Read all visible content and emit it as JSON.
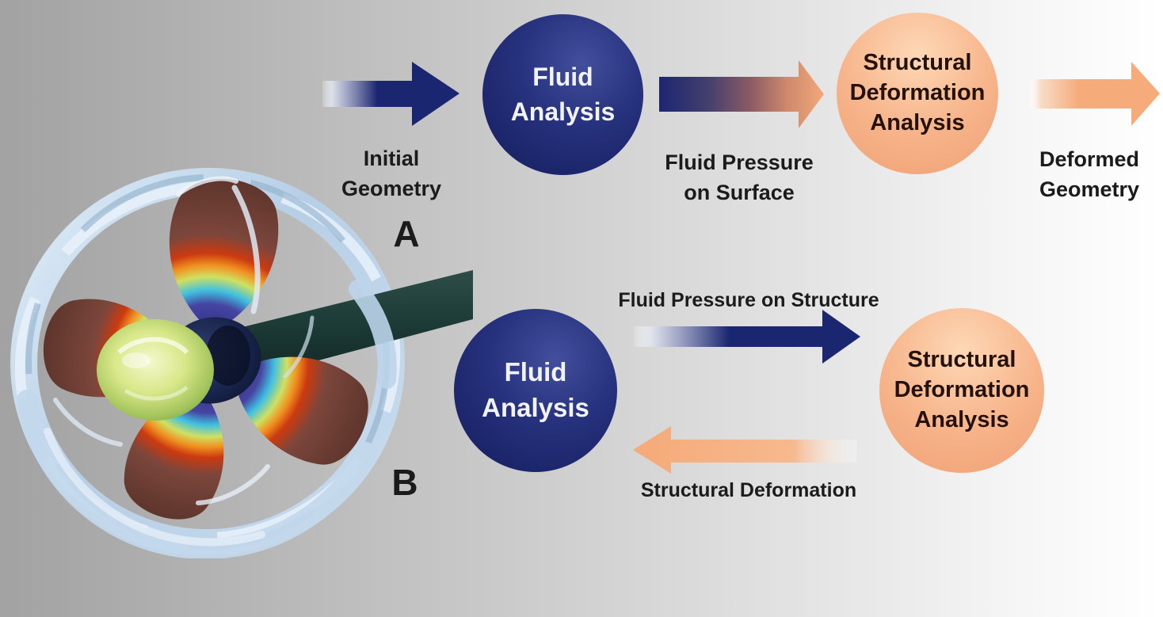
{
  "figure": {
    "description_label": "Fluid-structure interaction coupling diagram with propeller CFD render",
    "image_name": "propeller-simulation-render"
  },
  "colors": {
    "navy": "#1b2670",
    "orange": "#f5ab7a",
    "label_text": "#1b1b1b",
    "node_text_light": "#f2f3f8",
    "node_text_dark": "#23110a",
    "background_left": "#a2a2a2",
    "background_right": "#ffffff"
  },
  "workflow_a": {
    "section_label": "A",
    "initial_geometry": {
      "line1": "Initial",
      "line2": "Geometry"
    },
    "fluid_analysis": {
      "line1": "Fluid",
      "line2": "Analysis"
    },
    "fluid_pressure_on_surface": {
      "line1": "Fluid Pressure",
      "line2": "on Surface"
    },
    "structural_deformation_analysis": {
      "line1": "Structural",
      "line2": "Deformation",
      "line3": "Analysis"
    },
    "deformed_geometry": {
      "line1": "Deformed",
      "line2": "Geometry"
    }
  },
  "workflow_b": {
    "section_label": "B",
    "fluid_analysis": {
      "line1": "Fluid",
      "line2": "Analysis"
    },
    "fluid_pressure_on_structure": "Fluid Pressure on Structure",
    "structural_deformation": "Structural Deformation",
    "structural_deformation_analysis": {
      "line1": "Structural",
      "line2": "Deformation",
      "line3": "Analysis"
    }
  }
}
